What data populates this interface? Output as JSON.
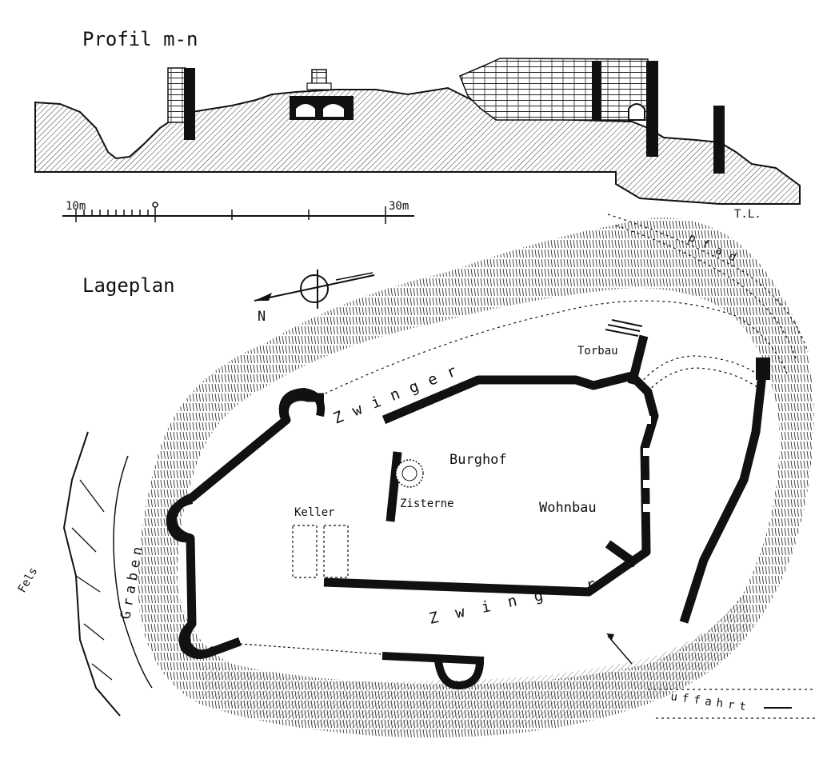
{
  "profile": {
    "title": "Profil m-n",
    "scale_left": "10m",
    "scale_zero": "0",
    "scale_right": "30m",
    "corner_mark": "T.L."
  },
  "plan": {
    "title": "Lageplan",
    "north": "N",
    "labels": {
      "zwinger_top": "Zwinger",
      "zwinger_bottom": "Zwinger",
      "torbau": "Torbau",
      "burghof": "Burghof",
      "zisterne": "Zisterne",
      "wohnbau": "Wohnbau",
      "keller": "Keller",
      "graben": "Graben",
      "fels": "Fels",
      "pfad": "pfad",
      "auffahrt": "uffahrt"
    }
  },
  "colors": {
    "ink": "#111111",
    "paper": "#ffffff"
  }
}
